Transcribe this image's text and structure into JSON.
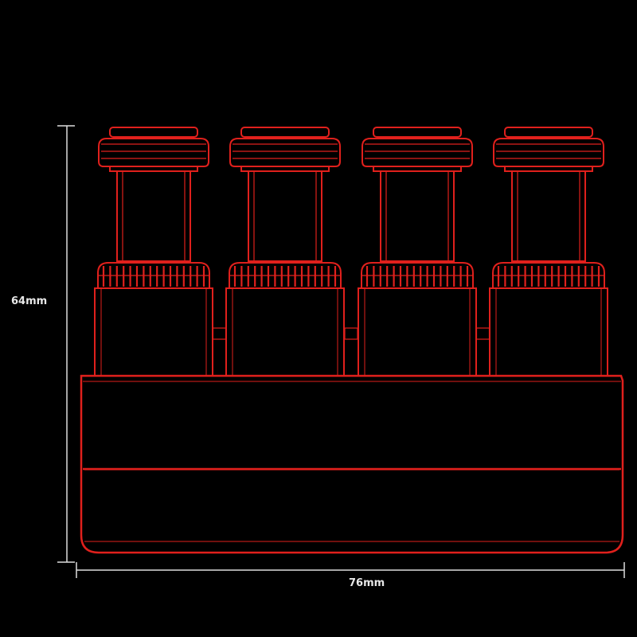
{
  "dimensions": {
    "height_label": "64mm",
    "width_label": "76mm"
  },
  "colors": {
    "background": "#000000",
    "outline": "#e0201c",
    "dimension_lines": "#dddddd",
    "dimension_text": "#e8e8e8"
  },
  "device": {
    "finger_keys": 4,
    "icon": "finger-exerciser-outline"
  }
}
